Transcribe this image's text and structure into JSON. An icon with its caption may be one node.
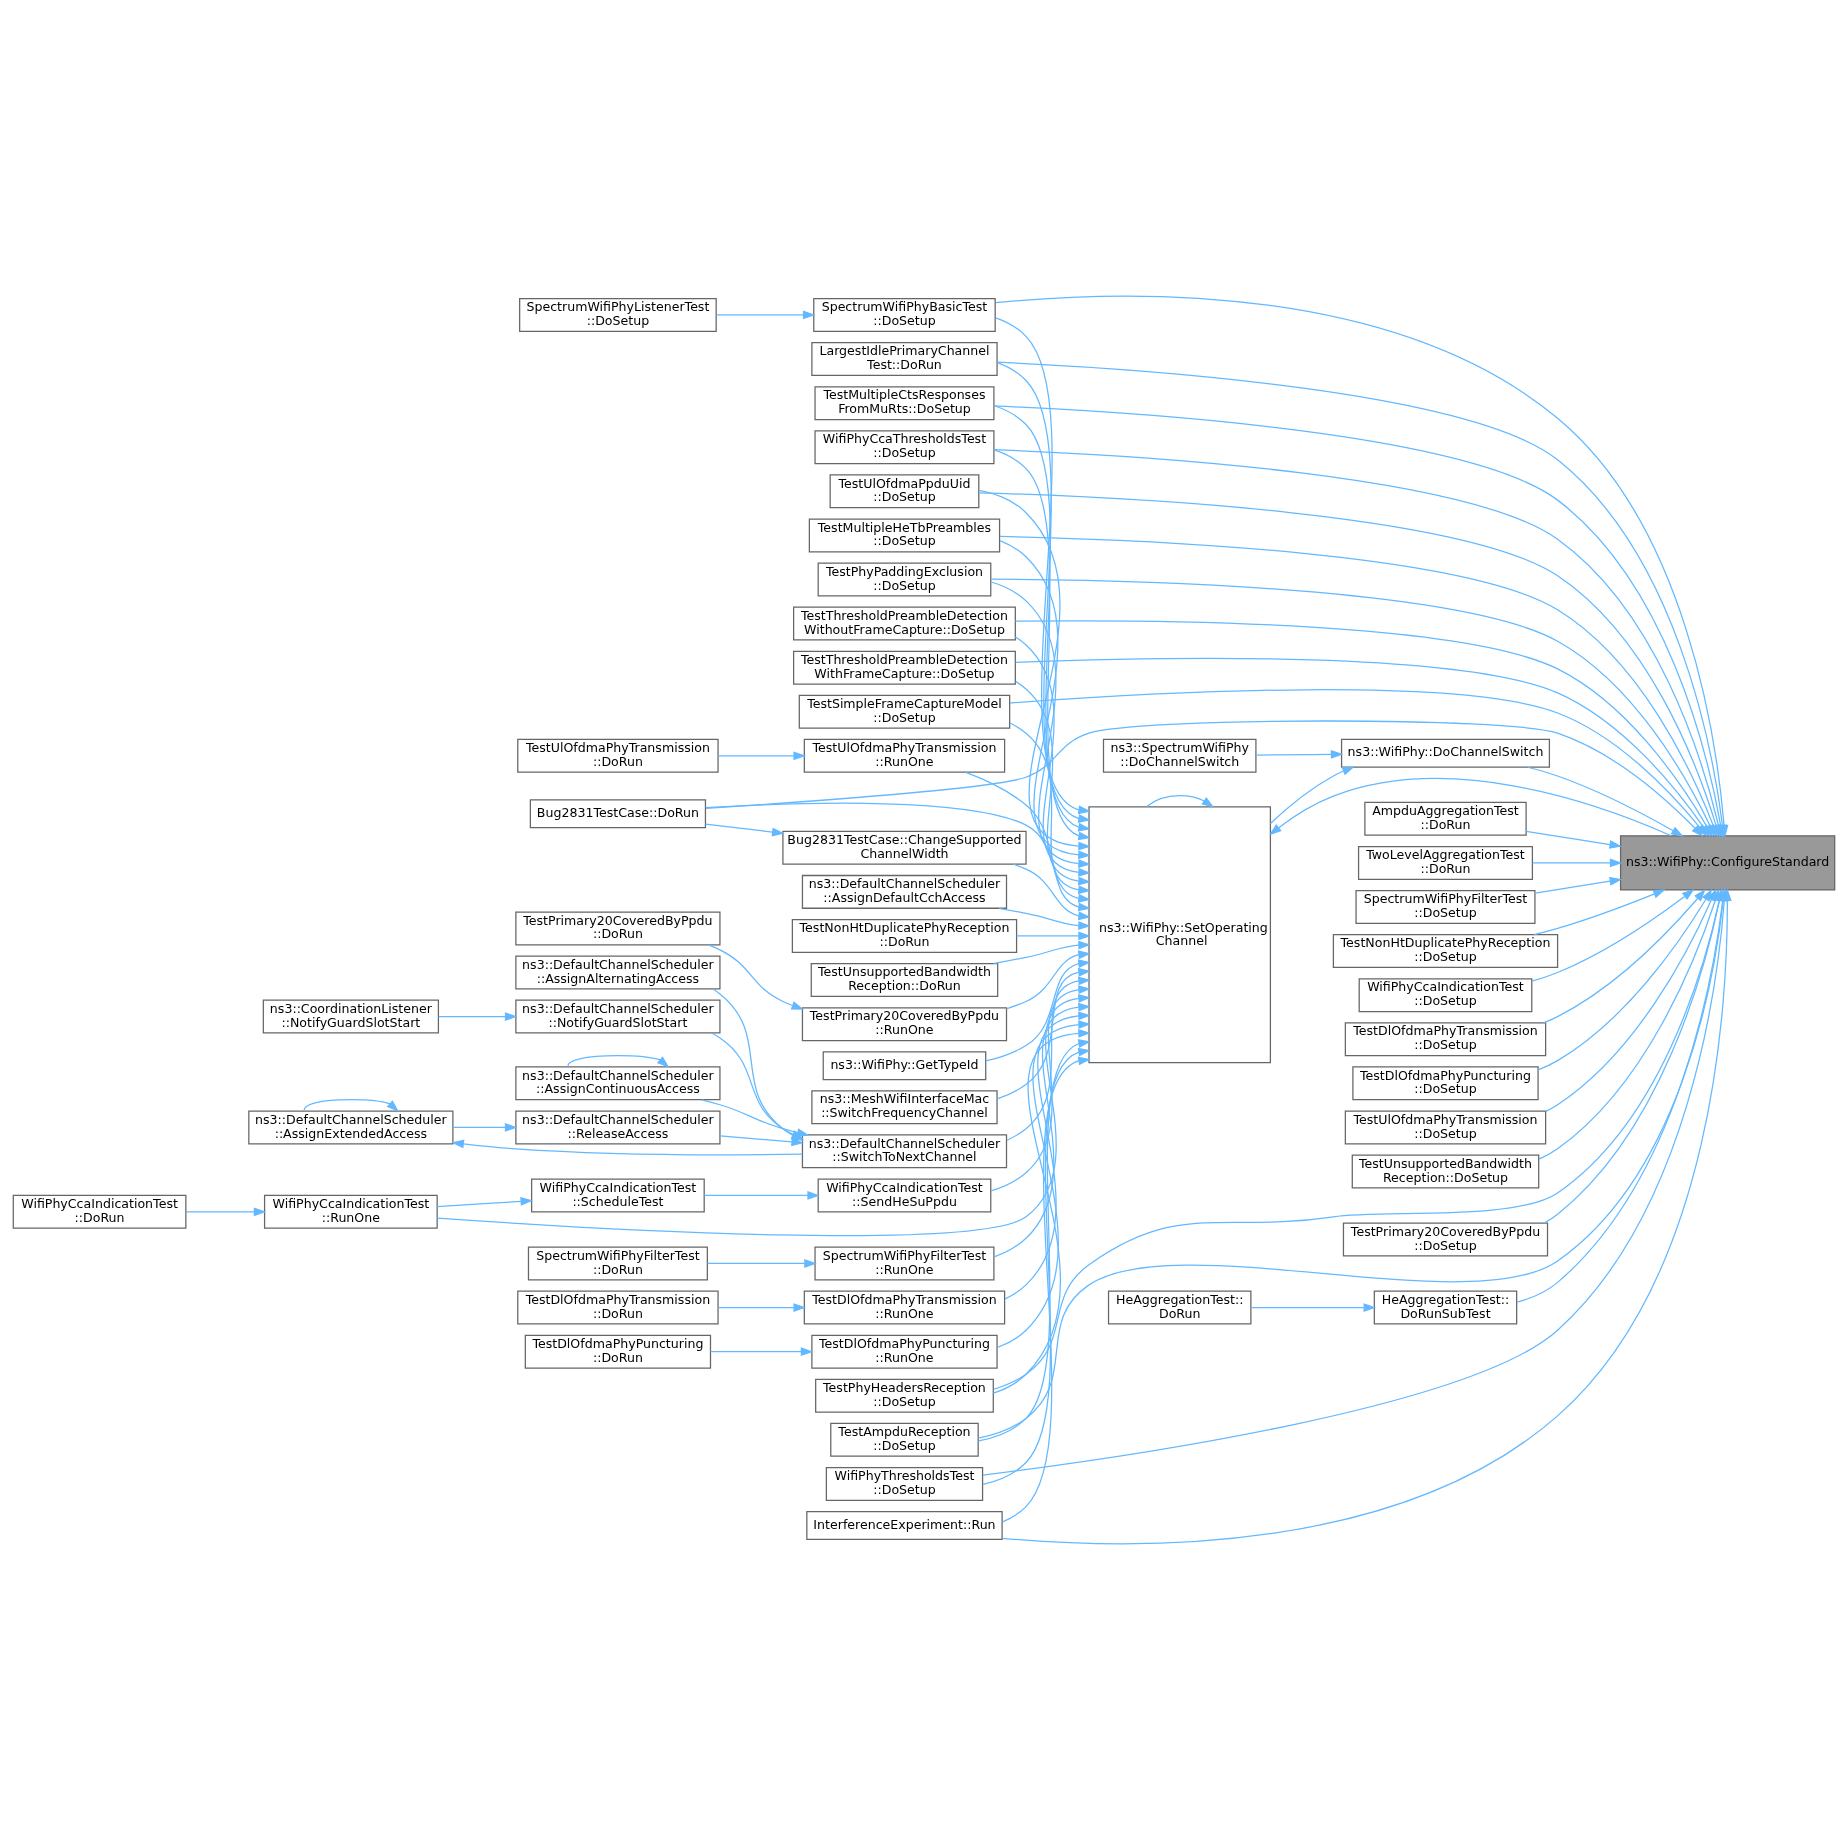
{
  "diagram": {
    "nodes": [
      {
        "text": [
          "SpectrumWifiPhyListenerTest ::DoSetup"
        ]
      },
      {
        "text": [
          "SpectrumWifiPhyBasicTest ::DoSetup"
        ]
      },
      {
        "text": [
          "LargestIdlePrimaryChannel Test::DoRun"
        ]
      },
      {
        "text": [
          "TestMultipleCtsResponses FromMuRts::DoSetup"
        ]
      },
      {
        "text": [
          "WifiPhyCcaThresholdsTest ::DoSetup"
        ]
      },
      {
        "text": [
          "TestUlOfdmaPpduUid ::DoSetup"
        ]
      },
      {
        "text": [
          "TestMultipleHeTbPreambles ::DoSetup"
        ]
      },
      {
        "text": [
          "TestPhyPaddingExclusion ::DoSetup"
        ]
      },
      {
        "text": [
          "TestThresholdPreambleDetection WithoutFrameCapture::DoSetup"
        ]
      },
      {
        "text": [
          "TestThresholdPreambleDetection WithFrameCapture::DoSetup"
        ]
      },
      {
        "text": [
          "TestSimpleFrameCaptureModel ::DoSetup"
        ]
      },
      {
        "text": [
          "TestUlOfdmaPhyTransmission ::DoRun"
        ]
      },
      {
        "text": [
          "TestUlOfdmaPhyTransmission ::RunOne"
        ]
      },
      {
        "text": [
          "ns3::SpectrumWifiPhy ::DoChannelSwitch"
        ]
      },
      {
        "text": [
          "Bug2831TestCase::DoRun"
        ]
      },
      {
        "text": [
          "ns3::WifiPhy::DoChannelSwitch"
        ]
      },
      {
        "text": [
          "ns3::WifiPhy::SetOperating Channel"
        ]
      },
      {
        "text": [
          "Bug2831TestCase::ChangeSupported ChannelWidth"
        ]
      },
      {
        "text": [
          "ns3::DefaultChannelScheduler ::AssignDefaultCchAccess"
        ]
      },
      {
        "text": [
          "ns3::WifiPhy::ConfigureStandard"
        ]
      },
      {
        "text": [
          "TestPrimary20CoveredByPpdu ::DoRun"
        ]
      },
      {
        "text": [
          "TestNonHtDuplicatePhyReception ::DoRun"
        ]
      },
      {
        "text": [
          "ns3::DefaultChannelScheduler ::AssignAlternatingAccess"
        ]
      },
      {
        "text": [
          "TestUnsupportedBandwidth Reception::DoRun"
        ]
      },
      {
        "text": [
          "AmpduAggregationTest ::DoRun"
        ]
      },
      {
        "text": [
          "ns3::CoordinationListener ::NotifyGuardSlotStart"
        ]
      },
      {
        "text": [
          "ns3::DefaultChannelScheduler ::NotifyGuardSlotStart"
        ]
      },
      {
        "text": [
          "TestPrimary20CoveredByPpdu ::RunOne"
        ]
      },
      {
        "text": [
          "TwoLevelAggregationTest ::DoRun"
        ]
      },
      {
        "text": [
          "ns3::WifiPhy::GetTypeId"
        ]
      },
      {
        "text": [
          "ns3::DefaultChannelScheduler ::AssignExtendedAccess"
        ]
      },
      {
        "text": [
          "ns3::DefaultChannelScheduler ::AssignContinuousAccess"
        ]
      },
      {
        "text": [
          "ns3::MeshWifiInterfaceMac ::SwitchFrequencyChannel"
        ]
      },
      {
        "text": [
          "SpectrumWifiPhyFilterTest ::DoSetup"
        ]
      },
      {
        "text": [
          "ns3::DefaultChannelScheduler ::ReleaseAccess"
        ]
      },
      {
        "text": [
          "ns3::DefaultChannelScheduler ::SwitchToNextChannel"
        ]
      },
      {
        "text": [
          "TestNonHtDuplicatePhyReception ::DoSetup"
        ]
      },
      {
        "text": [
          "WifiPhyCcaIndicationTest ::ScheduleTest"
        ]
      },
      {
        "text": [
          "WifiPhyCcaIndicationTest ::SendHeSuPpdu"
        ]
      },
      {
        "text": [
          "WifiPhyCcaIndicationTest ::DoSetup"
        ]
      },
      {
        "text": [
          "WifiPhyCcaIndicationTest ::DoRun"
        ]
      },
      {
        "text": [
          "WifiPhyCcaIndicationTest ::RunOne"
        ]
      },
      {
        "text": [
          "TestDlOfdmaPhyTransmission ::DoSetup"
        ]
      },
      {
        "text": [
          "SpectrumWifiPhyFilterTest ::DoRun"
        ]
      },
      {
        "text": [
          "SpectrumWifiPhyFilterTest ::RunOne"
        ]
      },
      {
        "text": [
          "TestDlOfdmaPhyPuncturing ::DoSetup"
        ]
      },
      {
        "text": [
          "TestDlOfdmaPhyTransmission ::DoRun"
        ]
      },
      {
        "text": [
          "TestDlOfdmaPhyTransmission ::RunOne"
        ]
      },
      {
        "text": [
          "TestUlOfdmaPhyTransmission ::DoSetup"
        ]
      },
      {
        "text": [
          "TestDlOfdmaPhyPuncturing ::DoRun"
        ]
      },
      {
        "text": [
          "TestDlOfdmaPhyPuncturing ::RunOne"
        ]
      },
      {
        "text": [
          "TestUnsupportedBandwidth Reception::DoSetup"
        ]
      },
      {
        "text": [
          "TestPhyHeadersReception ::DoSetup"
        ]
      },
      {
        "text": [
          "TestPrimary20CoveredByPpdu ::DoSetup"
        ]
      },
      {
        "text": [
          "TestAmpduReception ::DoSetup"
        ]
      },
      {
        "text": [
          "HeAggregationTest:: DoRun"
        ]
      },
      {
        "text": [
          "HeAggregationTest:: DoRunSubTest"
        ]
      },
      {
        "text": [
          "WifiPhyThresholdsTest ::DoSetup"
        ]
      },
      {
        "text": [
          "InterferenceExperiment::Run"
        ]
      }
    ],
    "edges": [
      {
        "from": 0,
        "to": 1,
        "arrow": "to"
      },
      {
        "from": 1,
        "to": 16,
        "arrow": "to"
      },
      {
        "from": 1,
        "to": 19,
        "arrow": "to"
      },
      {
        "from": 2,
        "to": 16,
        "arrow": "to"
      },
      {
        "from": 2,
        "to": 19,
        "arrow": "to"
      },
      {
        "from": 3,
        "to": 16,
        "arrow": "to"
      },
      {
        "from": 3,
        "to": 19,
        "arrow": "to"
      },
      {
        "from": 4,
        "to": 16,
        "arrow": "to"
      },
      {
        "from": 4,
        "to": 19,
        "arrow": "to"
      },
      {
        "from": 5,
        "to": 16,
        "arrow": "to"
      },
      {
        "from": 5,
        "to": 19,
        "arrow": "to"
      },
      {
        "from": 6,
        "to": 16,
        "arrow": "to"
      },
      {
        "from": 6,
        "to": 19,
        "arrow": "to"
      },
      {
        "from": 7,
        "to": 16,
        "arrow": "to"
      },
      {
        "from": 7,
        "to": 19,
        "arrow": "to"
      },
      {
        "from": 8,
        "to": 16,
        "arrow": "to"
      },
      {
        "from": 8,
        "to": 19,
        "arrow": "to"
      },
      {
        "from": 9,
        "to": 16,
        "arrow": "to"
      },
      {
        "from": 9,
        "to": 19,
        "arrow": "to"
      },
      {
        "from": 10,
        "to": 16,
        "arrow": "to"
      },
      {
        "from": 10,
        "to": 19,
        "arrow": "to"
      },
      {
        "from": 11,
        "to": 12,
        "arrow": "to"
      },
      {
        "from": 12,
        "to": 16,
        "arrow": "to"
      },
      {
        "from": 13,
        "to": 15,
        "arrow": "to"
      },
      {
        "from": 14,
        "to": 16,
        "arrow": "to"
      },
      {
        "from": 14,
        "to": 17,
        "arrow": "to"
      },
      {
        "from": 14,
        "to": 19,
        "arrow": "to"
      },
      {
        "from": 15,
        "to": 19,
        "arrow": "to"
      },
      {
        "from": 16,
        "to": 16,
        "arrow": "to"
      },
      {
        "from": 16,
        "to": 15,
        "arrow": "to"
      },
      {
        "from": 17,
        "to": 16,
        "arrow": "to"
      },
      {
        "from": 18,
        "to": 16,
        "arrow": "to"
      },
      {
        "from": 19,
        "to": 16,
        "arrow": "to"
      },
      {
        "from": 20,
        "to": 27,
        "arrow": "to"
      },
      {
        "from": 21,
        "to": 16,
        "arrow": "to"
      },
      {
        "from": 22,
        "to": 35,
        "arrow": "to"
      },
      {
        "from": 23,
        "to": 16,
        "arrow": "to"
      },
      {
        "from": 24,
        "to": 19,
        "arrow": "to"
      },
      {
        "from": 25,
        "to": 26,
        "arrow": "to"
      },
      {
        "from": 26,
        "to": 35,
        "arrow": "to"
      },
      {
        "from": 27,
        "to": 16,
        "arrow": "to"
      },
      {
        "from": 28,
        "to": 19,
        "arrow": "to"
      },
      {
        "from": 29,
        "to": 16,
        "arrow": "to"
      },
      {
        "from": 30,
        "to": 30,
        "arrow": "to"
      },
      {
        "from": 30,
        "to": 34,
        "arrow": "to"
      },
      {
        "from": 31,
        "to": 31,
        "arrow": "to"
      },
      {
        "from": 31,
        "to": 35,
        "arrow": "to"
      },
      {
        "from": 32,
        "to": 16,
        "arrow": "to"
      },
      {
        "from": 33,
        "to": 19,
        "arrow": "to"
      },
      {
        "from": 34,
        "to": 35,
        "arrow": "to"
      },
      {
        "from": 35,
        "to": 16,
        "arrow": "to"
      },
      {
        "from": 35,
        "to": 30,
        "arrow": "to"
      },
      {
        "from": 36,
        "to": 19,
        "arrow": "to"
      },
      {
        "from": 37,
        "to": 38,
        "arrow": "to"
      },
      {
        "from": 38,
        "to": 16,
        "arrow": "to"
      },
      {
        "from": 39,
        "to": 19,
        "arrow": "to"
      },
      {
        "from": 40,
        "to": 41,
        "arrow": "to"
      },
      {
        "from": 41,
        "to": 37,
        "arrow": "to"
      },
      {
        "from": 41,
        "to": 16,
        "arrow": "to"
      },
      {
        "from": 42,
        "to": 19,
        "arrow": "to"
      },
      {
        "from": 43,
        "to": 44,
        "arrow": "to"
      },
      {
        "from": 44,
        "to": 16,
        "arrow": "to"
      },
      {
        "from": 45,
        "to": 19,
        "arrow": "to"
      },
      {
        "from": 46,
        "to": 47,
        "arrow": "to"
      },
      {
        "from": 47,
        "to": 16,
        "arrow": "to"
      },
      {
        "from": 48,
        "to": 19,
        "arrow": "to"
      },
      {
        "from": 49,
        "to": 50,
        "arrow": "to"
      },
      {
        "from": 50,
        "to": 16,
        "arrow": "to"
      },
      {
        "from": 51,
        "to": 19,
        "arrow": "to"
      },
      {
        "from": 52,
        "to": 16,
        "arrow": "to"
      },
      {
        "from": 52,
        "to": 19,
        "arrow": "to"
      },
      {
        "from": 53,
        "to": 19,
        "arrow": "to"
      },
      {
        "from": 54,
        "to": 16,
        "arrow": "to"
      },
      {
        "from": 54,
        "to": 19,
        "arrow": "to"
      },
      {
        "from": 55,
        "to": 56,
        "arrow": "to"
      },
      {
        "from": 56,
        "to": 19,
        "arrow": "to"
      },
      {
        "from": 57,
        "to": 16,
        "arrow": "to"
      },
      {
        "from": 57,
        "to": 19,
        "arrow": "to"
      },
      {
        "from": 58,
        "to": 16,
        "arrow": "to"
      },
      {
        "from": 58,
        "to": 19,
        "arrow": "to"
      }
    ]
  }
}
